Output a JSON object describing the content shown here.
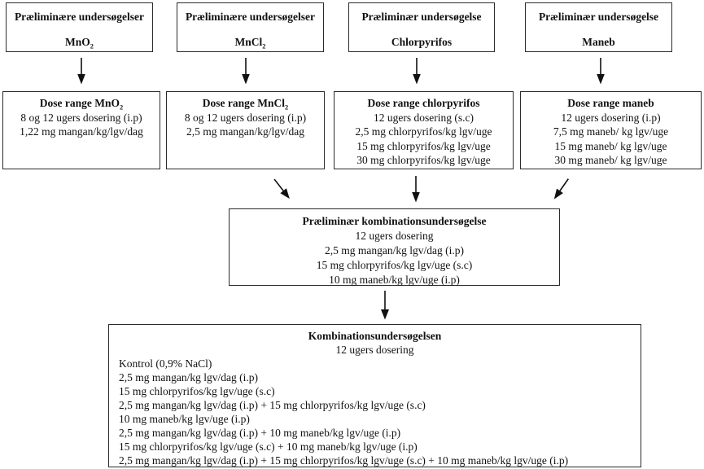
{
  "colors": {
    "border": "#2b2b2b",
    "text": "#111111",
    "background": "#ffffff"
  },
  "flowchart": {
    "top_boxes": [
      {
        "title": "Præliminære undersøgelser",
        "compound": "MnO",
        "compound_sub": "2"
      },
      {
        "title": "Præliminære undersøgelser",
        "compound": "MnCl",
        "compound_sub": "2"
      },
      {
        "title": "Præliminær undersøgelse",
        "compound": "Chlorpyrifos",
        "compound_sub": ""
      },
      {
        "title": "Præliminær undersøgelse",
        "compound": "Maneb",
        "compound_sub": ""
      }
    ],
    "dose_boxes": [
      {
        "title": "Dose range MnO",
        "title_sub": "2",
        "lines": [
          "8 og 12 ugers dosering (i.p)",
          "1,22 mg mangan/kg/lgv/dag"
        ]
      },
      {
        "title": "Dose range MnCl",
        "title_sub": "2",
        "lines": [
          "8 og 12 ugers dosering (i.p)",
          "2,5 mg mangan/kg/lgv/dag"
        ]
      },
      {
        "title": "Dose range chlorpyrifos",
        "title_sub": "",
        "lines": [
          "12 ugers dosering (s.c)",
          "2,5 mg chlorpyrifos/kg lgv/uge",
          "15 mg chlorpyrifos/kg lgv/uge",
          "30 mg chlorpyrifos/kg lgv/uge"
        ]
      },
      {
        "title": "Dose range maneb",
        "title_sub": "",
        "lines": [
          "12 ugers dosering (i.p)",
          "7,5 mg maneb/ kg lgv/uge",
          "15 mg maneb/ kg lgv/uge",
          "30 mg maneb/ kg lgv/uge"
        ]
      }
    ],
    "prelim_combo": {
      "title": "Præliminær kombinationsundersøgelse",
      "lines": [
        "12 ugers dosering",
        "2,5 mg mangan/kg lgv/dag (i.p)",
        "15 mg chlorpyrifos/kg lgv/uge (s.c)",
        "10 mg maneb/kg lgv/uge (i.p)"
      ]
    },
    "final_combo": {
      "title": "Kombinationsundersøgelsen",
      "subtitle": "12 ugers dosering",
      "lines": [
        "Kontrol (0,9% NaCl)",
        "2,5 mg mangan/kg lgv/dag (i.p)",
        "15 mg chlorpyrifos/kg lgv/uge (s.c)",
        "2,5 mg mangan/kg lgv/dag (i.p) + 15 mg chlorpyrifos/kg lgv/uge (s.c)",
        "10 mg maneb/kg lgv/uge (i.p)",
        "2,5 mg mangan/kg lgv/dag (i.p) + 10 mg maneb/kg lgv/uge (i.p)",
        "15 mg chlorpyrifos/kg lgv/uge (s.c) + 10 mg maneb/kg lgv/uge (i.p)",
        "2,5 mg mangan/kg lgv/dag (i.p) + 15 mg chlorpyrifos/kg lgv/uge (s.c) + 10 mg maneb/kg lgv/uge (i.p)"
      ]
    }
  }
}
